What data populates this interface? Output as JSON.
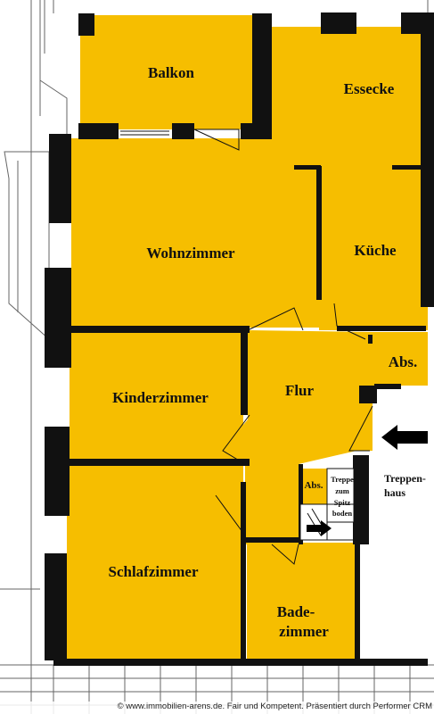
{
  "colors": {
    "room_fill": "#F6BE00",
    "wall": "#111111",
    "sketch": "#555555",
    "background": "#FFFFFF"
  },
  "rooms": {
    "balkon": "Balkon",
    "essecke": "Essecke",
    "wohnzimmer": "Wohnzimmer",
    "kueche": "Küche",
    "abs_right": "Abs.",
    "flur": "Flur",
    "kinderzimmer": "Kinderzimmer",
    "schlafzimmer": "Schlafzimmer",
    "badezimmer_line1": "Bade-",
    "badezimmer_line2": "zimmer",
    "abs_small": "Abs.",
    "treppe_line1": "Treppe",
    "treppe_line2": "zum",
    "treppe_line3": "Spitz",
    "treppe_line4": "boden",
    "treppenhaus_line1": "Treppen-",
    "treppenhaus_line2": "haus"
  },
  "icons": {
    "entrance_arrow": "arrow-left-icon",
    "stair_arrow": "arrow-right-icon"
  },
  "footer": {
    "copyright": "© www.immobilien-arens.de. Fair und Kompetent. Präsentiert durch Performer CRM"
  }
}
